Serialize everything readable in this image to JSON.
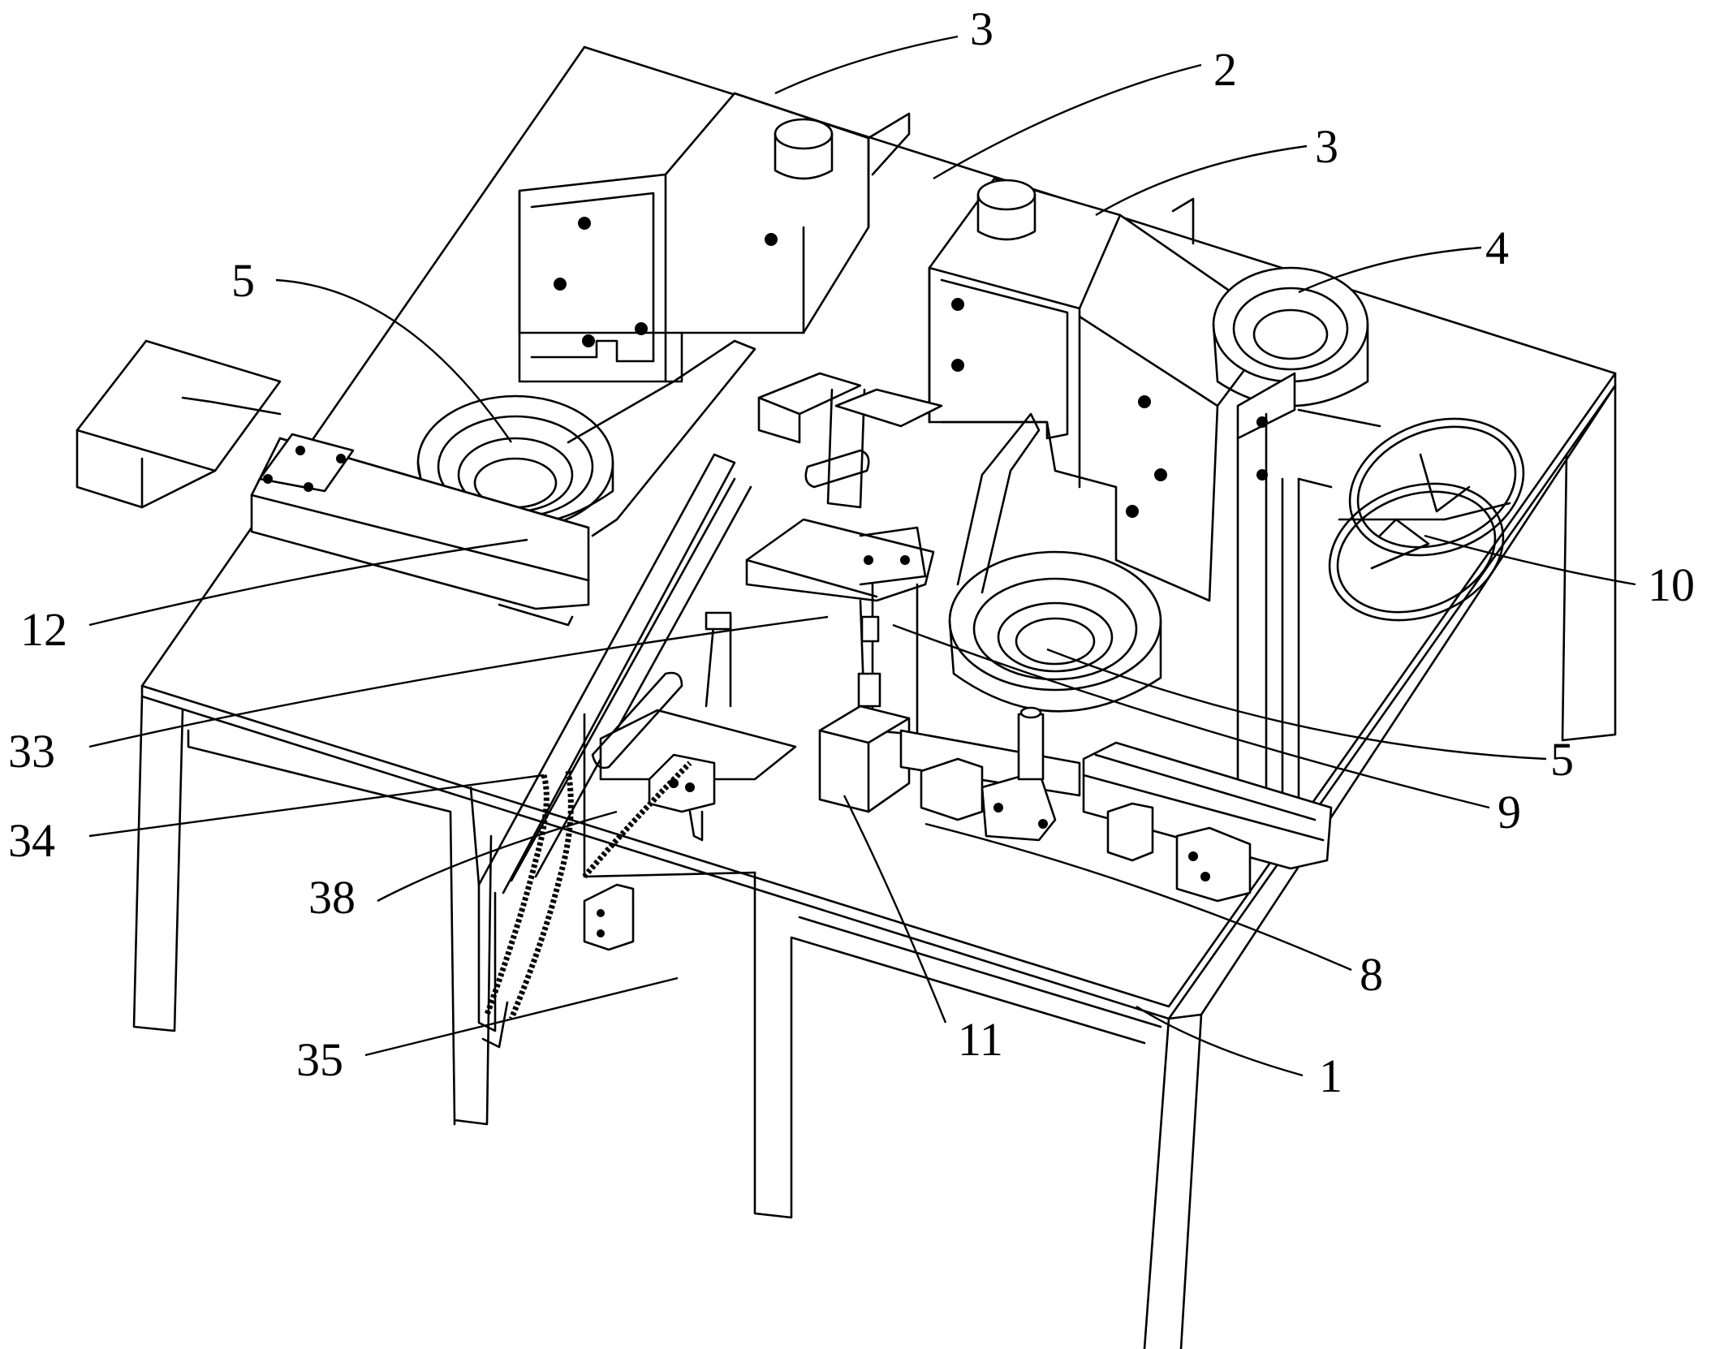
{
  "figure": {
    "labels": [
      {
        "id": "label-3a",
        "text": "3"
      },
      {
        "id": "label-2",
        "text": "2"
      },
      {
        "id": "label-3b",
        "text": "3"
      },
      {
        "id": "label-4",
        "text": "4"
      },
      {
        "id": "label-5a",
        "text": "5"
      },
      {
        "id": "label-10",
        "text": "10"
      },
      {
        "id": "label-12",
        "text": "12"
      },
      {
        "id": "label-33",
        "text": "33"
      },
      {
        "id": "label-5b",
        "text": "5"
      },
      {
        "id": "label-9",
        "text": "9"
      },
      {
        "id": "label-34",
        "text": "34"
      },
      {
        "id": "label-38",
        "text": "38"
      },
      {
        "id": "label-8",
        "text": "8"
      },
      {
        "id": "label-11",
        "text": "11"
      },
      {
        "id": "label-35",
        "text": "35"
      },
      {
        "id": "label-1",
        "text": "1"
      }
    ]
  },
  "colors": {
    "line": "#000000",
    "background": "#ffffff"
  }
}
